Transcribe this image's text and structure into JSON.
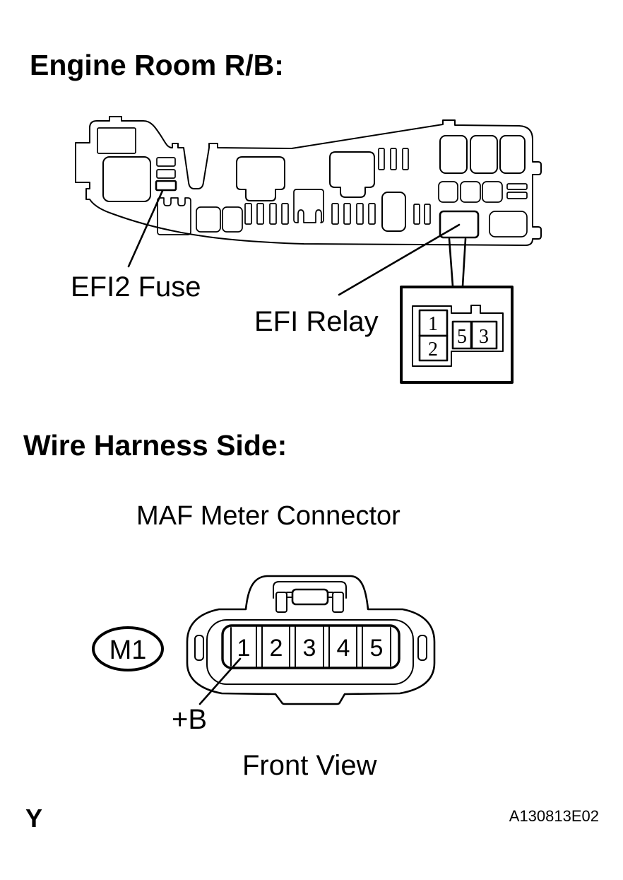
{
  "colors": {
    "line": "#000000",
    "background": "#ffffff"
  },
  "engine_room": {
    "heading": "Engine Room R/B:",
    "fuse_label": "EFI2 Fuse",
    "relay_label": "EFI Relay",
    "relay_connector_pins": [
      "1",
      "2",
      "5",
      "3"
    ]
  },
  "wire_harness": {
    "heading": "Wire Harness Side:",
    "connector_title": "MAF Meter Connector",
    "connector_code": "M1",
    "pins": [
      "1",
      "2",
      "3",
      "4",
      "5"
    ],
    "terminal_label": "+B",
    "view_label": "Front View"
  },
  "footer": {
    "page_marker": "Y",
    "figure_id": "A130813E02"
  }
}
